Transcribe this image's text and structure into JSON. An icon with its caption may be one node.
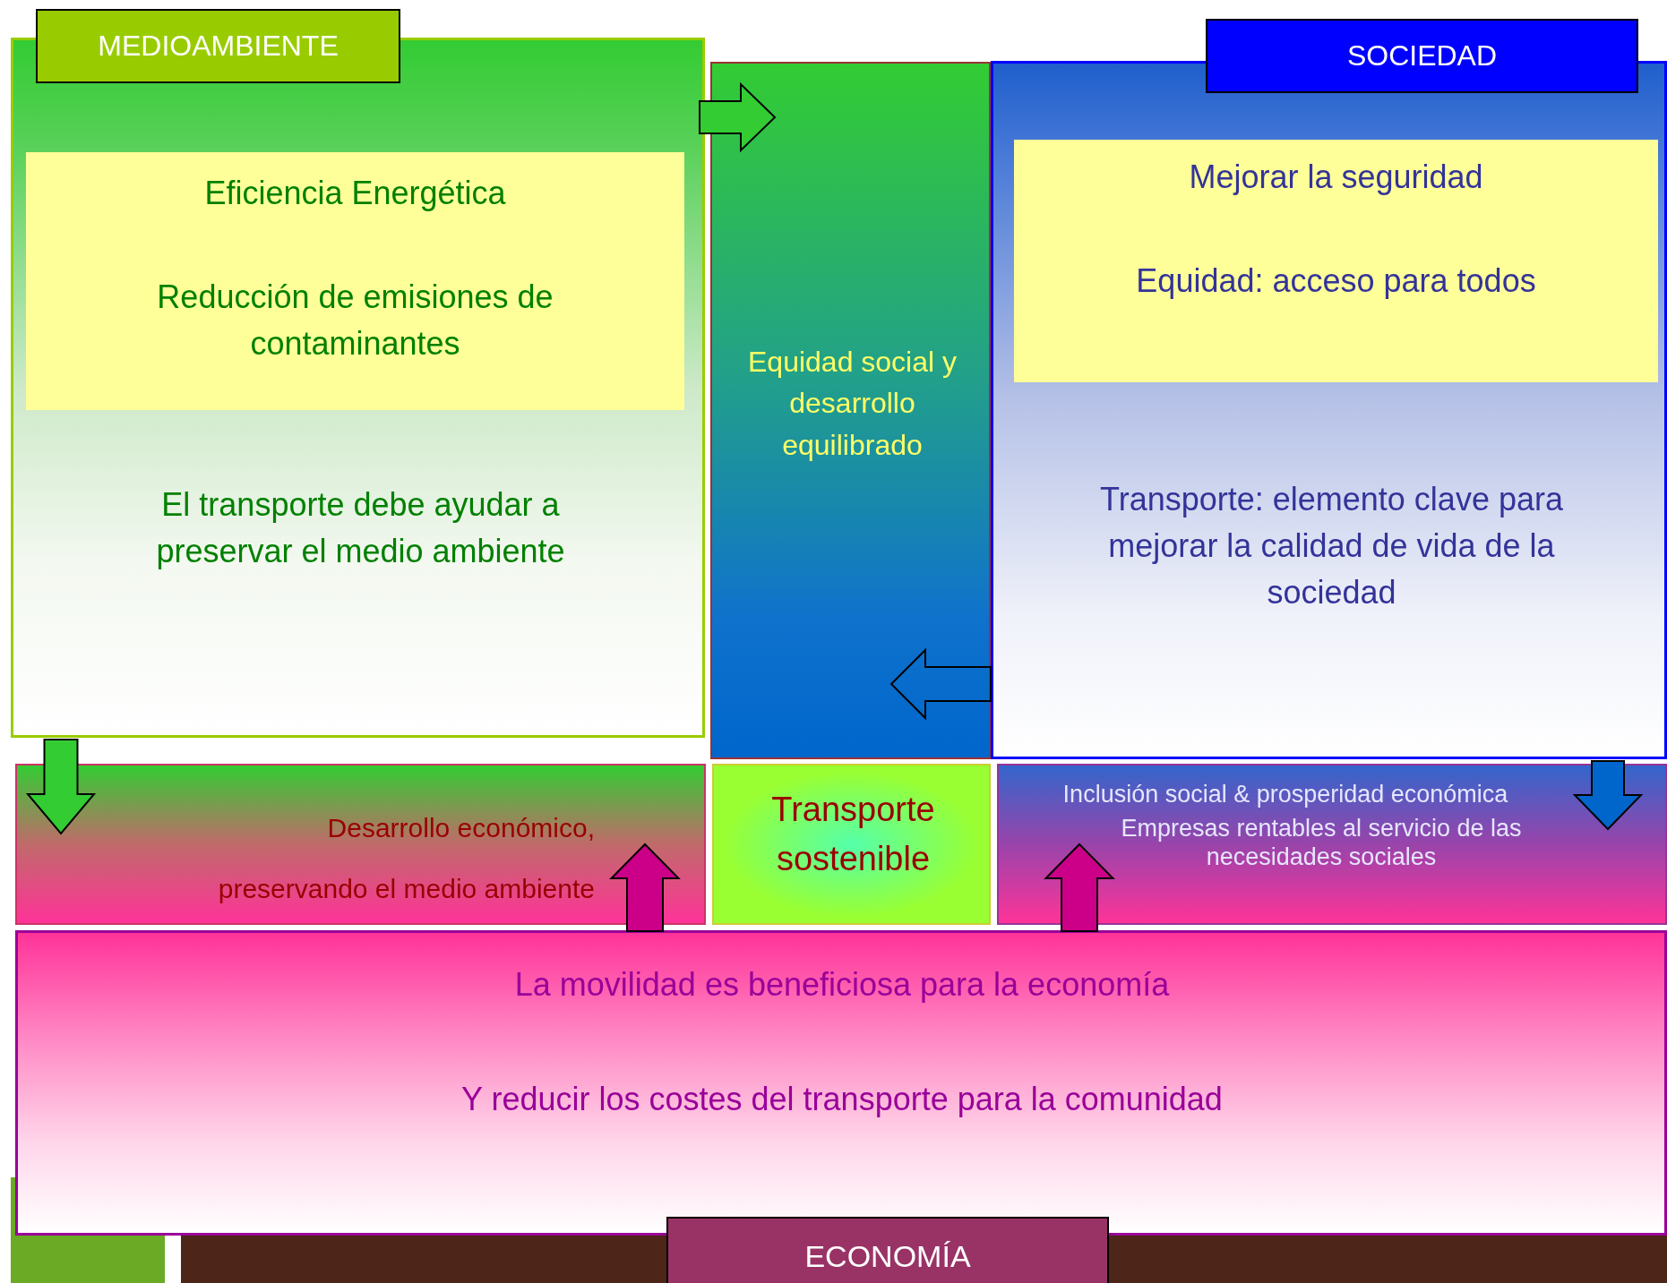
{
  "diagram": {
    "nodes": [
      {
        "text": [
          "MEDIOAMBIENTE",
          "El transporte debe ayudar a preservar el medio ambiente"
        ]
      },
      {
        "text": [
          "Eficiencia Energética",
          "Reducción de emisiones de contaminantes"
        ],
        "in": 0
      },
      {
        "text": [
          "Equidad social y desarrollo equilibrado"
        ]
      },
      {
        "text": [
          "SOCIEDAD",
          "Transporte: elemento clave para mejorar la calidad de vida de la sociedad"
        ]
      },
      {
        "text": [
          "Mejorar la seguridad",
          "Equidad: acceso para todos"
        ],
        "in": 3
      },
      {
        "text": [
          "Desarrollo económico, preservando el medio ambiente"
        ]
      },
      {
        "text": [
          "Transporte sostenible"
        ]
      },
      {
        "text": [
          "Inclusión social & prosperidad económica",
          "Empresas rentables al servicio de las necesidades sociales"
        ]
      },
      {
        "text": [
          "La movilidad es beneficiosa para la economía",
          "Y reducir los costes del transporte para la comunidad",
          "ECONOMÍA"
        ]
      }
    ],
    "edges": [
      {
        "from": 0,
        "to": 2,
        "arrow": "to",
        "color": "#33cc33"
      },
      {
        "from": 3,
        "to": 2,
        "arrow": "to"
      },
      {
        "from": 0,
        "to": 5,
        "arrow": "to",
        "color": "#33cc33"
      },
      {
        "from": 3,
        "to": 7,
        "arrow": "to",
        "color": "#0066cc"
      },
      {
        "from": 8,
        "to": 5,
        "arrow": "to",
        "color": "#cc0088"
      },
      {
        "from": 8,
        "to": 7,
        "arrow": "to",
        "color": "#cc0088"
      }
    ]
  }
}
